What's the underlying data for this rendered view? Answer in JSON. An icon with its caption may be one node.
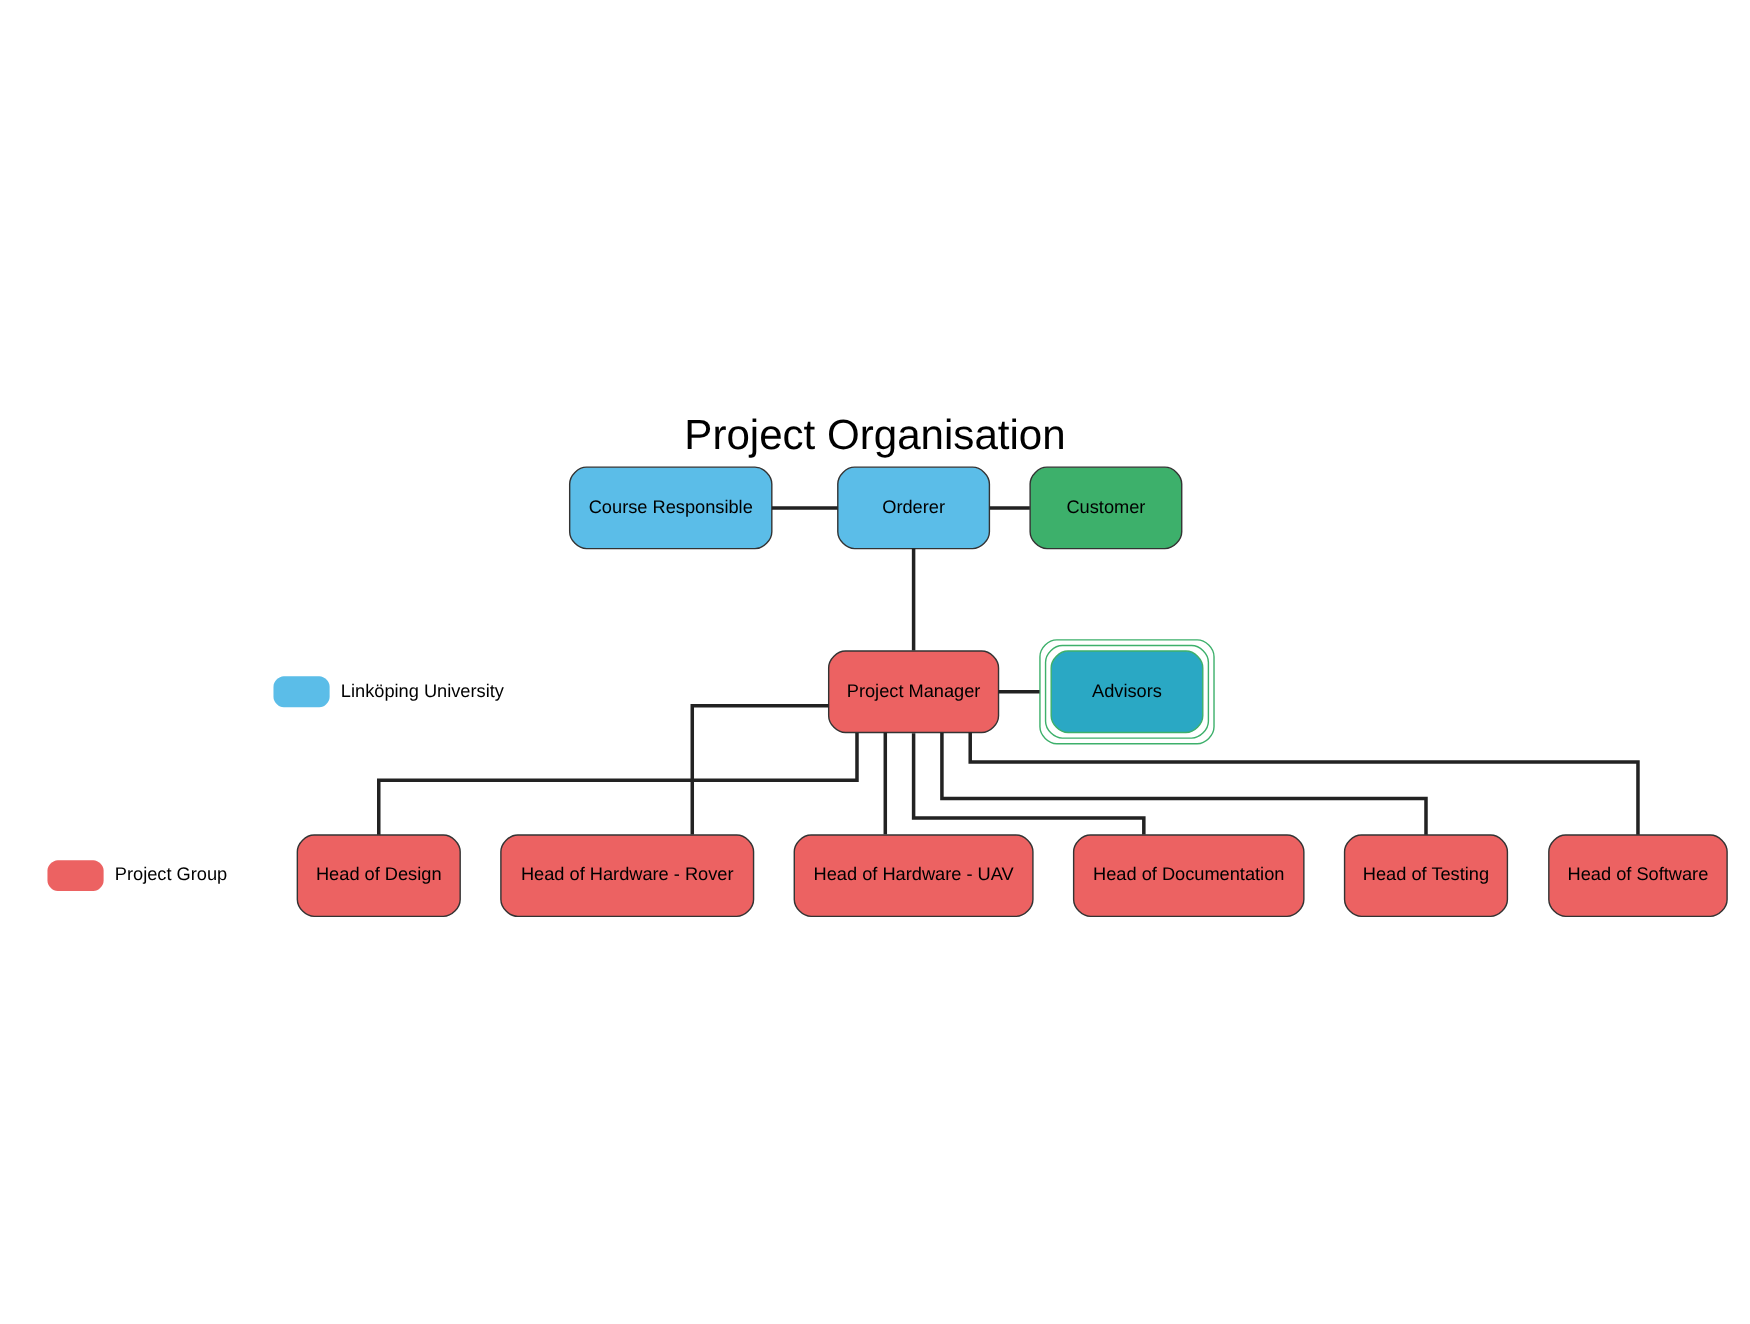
{
  "diagram": {
    "title": "Project Organisation",
    "nodes": [
      {
        "text": [
          "Course Responsible"
        ]
      },
      {
        "text": [
          "Orderer"
        ]
      },
      {
        "text": [
          "Customer"
        ]
      },
      {
        "text": [
          "Project Manager"
        ]
      },
      {
        "text": [
          "Advisors"
        ]
      },
      {
        "text": [
          "Head of Design"
        ]
      },
      {
        "text": [
          "Head of Hardware - Rover"
        ]
      },
      {
        "text": [
          "Head of Hardware - UAV"
        ]
      },
      {
        "text": [
          "Head of Documentation"
        ]
      },
      {
        "text": [
          "Head of Testing"
        ]
      },
      {
        "text": [
          "Head of Software"
        ]
      }
    ],
    "edges": [
      {
        "from": 0,
        "to": 1,
        "arrow": "none"
      },
      {
        "from": 1,
        "to": 2,
        "arrow": "none"
      },
      {
        "from": 1,
        "to": 3,
        "arrow": "none"
      },
      {
        "from": 3,
        "to": 4,
        "arrow": "none"
      },
      {
        "from": 3,
        "to": 5,
        "arrow": "none"
      },
      {
        "from": 3,
        "to": 6,
        "arrow": "none"
      },
      {
        "from": 3,
        "to": 7,
        "arrow": "none"
      },
      {
        "from": 3,
        "to": 8,
        "arrow": "none"
      },
      {
        "from": 3,
        "to": 9,
        "arrow": "none"
      },
      {
        "from": 3,
        "to": 10,
        "arrow": "none"
      }
    ],
    "legend": [
      {
        "text": "Linköping University",
        "color": "#5bbde8"
      },
      {
        "text": "Project Group",
        "color": "#ec6262"
      }
    ]
  }
}
